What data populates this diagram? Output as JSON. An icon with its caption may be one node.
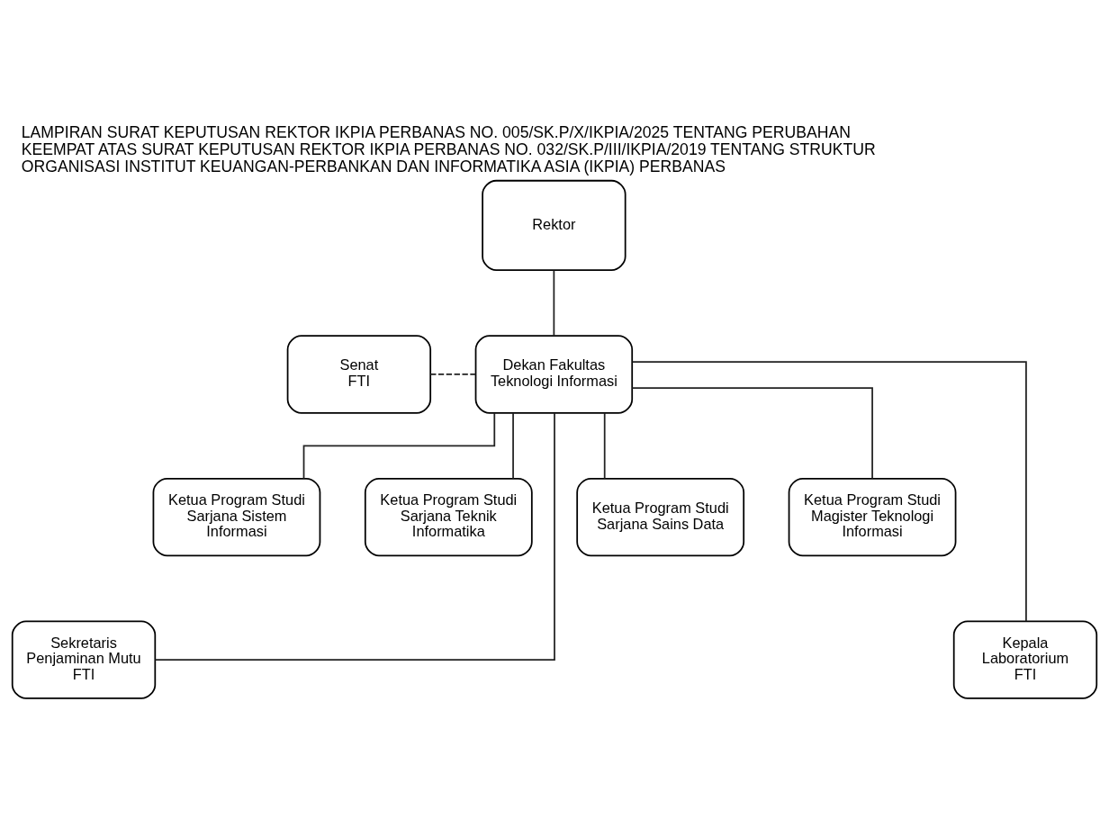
{
  "diagram": {
    "title": "LAMPIRAN SURAT KEPUTUSAN REKTOR IKPIA PERBANAS NO. 005/SK.P/X/IKPIA/2025 TENTANG PERUBAHAN KEEMPAT ATAS SURAT KEPUTUSAN REKTOR IKPIA PERBANAS NO. 032/SK.P/III/IKPIA/2019 TENTANG STRUKTUR ORGANISASI INSTITUT KEUANGAN-PERBANKAN DAN INFORMATIKA ASIA (IKPIA) PERBANAS",
    "nodes": [
      {
        "text": [
          "Rektor"
        ]
      },
      {
        "text": [
          "Senat FTI"
        ]
      },
      {
        "text": [
          "Dekan Fakultas Teknologi Informasi"
        ]
      },
      {
        "text": [
          "Ketua Program Studi Sarjana Sistem Informasi"
        ]
      },
      {
        "text": [
          "Ketua Program Studi Sarjana Teknik Informatika"
        ]
      },
      {
        "text": [
          "Ketua Program Studi Sarjana Sains Data"
        ]
      },
      {
        "text": [
          "Ketua Program Studi Magister Teknologi Informasi"
        ]
      },
      {
        "text": [
          "Sekretaris Penjaminan Mutu FTI"
        ]
      },
      {
        "text": [
          "Kepala Laboratorium FTI"
        ]
      }
    ],
    "edges": [
      {
        "from": 0,
        "to": 2,
        "arrow": "none"
      },
      {
        "from": 1,
        "to": 2,
        "arrow": "none",
        "style": "dashed"
      },
      {
        "from": 2,
        "to": 7,
        "arrow": "none"
      },
      {
        "from": 2,
        "to": 3,
        "arrow": "none"
      },
      {
        "from": 2,
        "to": 4,
        "arrow": "none"
      },
      {
        "from": 2,
        "to": 5,
        "arrow": "none"
      },
      {
        "from": 2,
        "to": 6,
        "arrow": "none"
      },
      {
        "from": 2,
        "to": 8,
        "arrow": "none"
      }
    ]
  }
}
